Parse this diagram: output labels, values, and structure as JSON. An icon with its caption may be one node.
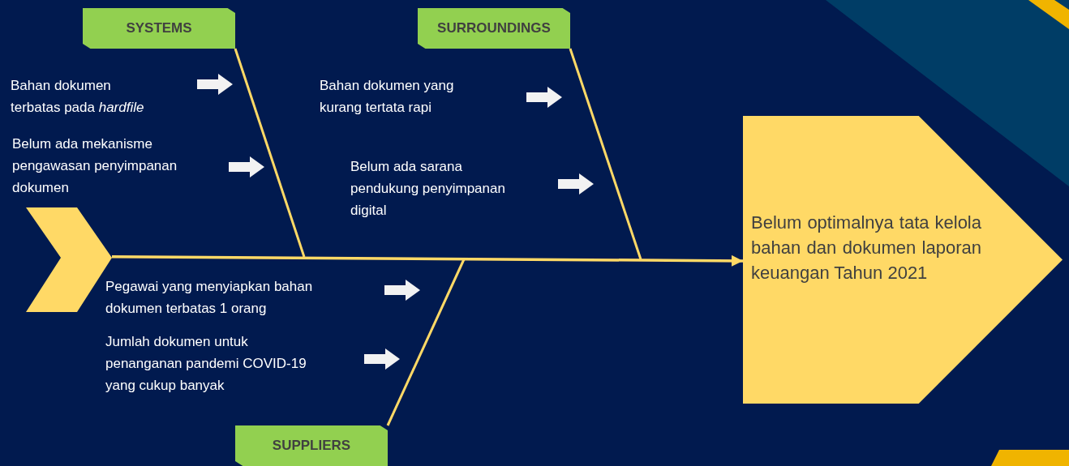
{
  "diagram": {
    "nodes": [
      {
        "text": [],
        "shape": "chevron"
      },
      {
        "text": [
          "Belum optimalnya tata kelola bahan dan dokumen laporan keuangan Tahun 2021"
        ]
      },
      {
        "text": [
          "SYSTEMS"
        ]
      },
      {
        "text": [
          "SURROUNDINGS"
        ]
      },
      {
        "text": [
          "SUPPLIERS"
        ]
      },
      {
        "text": [
          "Bahan dokumen terbatas pada *hardfile*"
        ]
      },
      {
        "text": [
          "Belum ada mekanisme pengawasan penyimpanan dokumen"
        ]
      },
      {
        "text": [
          "Bahan dokumen yang kurang tertata rapi"
        ]
      },
      {
        "text": [
          "Belum ada sarana pendukung penyimpanan digital"
        ]
      },
      {
        "text": [
          "Pegawai yang menyiapkan bahan dokumen terbatas 1 orang"
        ]
      },
      {
        "text": [
          "Jumlah dokumen untuk penanganan pandemi COVID-19 yang cukup banyak"
        ]
      }
    ],
    "edges": [
      {
        "from": 0,
        "to": 1,
        "arrow": "to",
        "color": "#ffd966"
      },
      {
        "from": 2,
        "to": null,
        "arrow": "none",
        "color": "#ffd966"
      },
      {
        "from": 3,
        "to": null,
        "arrow": "none",
        "color": "#ffd966"
      },
      {
        "from": 4,
        "to": null,
        "arrow": "none",
        "color": "#ffd966"
      }
    ]
  }
}
